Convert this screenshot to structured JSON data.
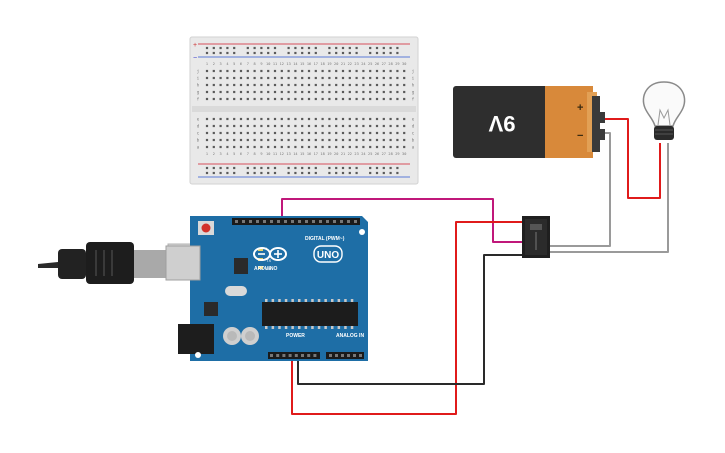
{
  "battery": {
    "voltage_label": "9V",
    "plus": "+",
    "minus": "−"
  },
  "arduino": {
    "brand": "ARDUINO",
    "model": "UNO",
    "digital_label": "DIGITAL (PWM~)",
    "power_label": "POWER",
    "analog_label": "ANALOG IN",
    "tx": "TX",
    "rx": "RX",
    "l": "L"
  },
  "breadboard": {
    "columns": [
      "1",
      "2",
      "3",
      "4",
      "5",
      "6",
      "7",
      "8",
      "9",
      "10",
      "11",
      "12",
      "13",
      "14",
      "15",
      "16",
      "17",
      "18",
      "19",
      "20",
      "21",
      "22",
      "23",
      "24",
      "25",
      "26",
      "27",
      "28",
      "29",
      "30"
    ],
    "rows_top": [
      "j",
      "i",
      "h",
      "g",
      "f"
    ],
    "rows_bottom": [
      "e",
      "d",
      "c",
      "b",
      "a"
    ],
    "rail_plus": "+",
    "rail_minus": "−"
  },
  "colors": {
    "arduino_blue": "#1e6ea6",
    "wire_red": "#e01b1b",
    "wire_magenta": "#c0187a",
    "wire_black": "#2a2a2a",
    "wire_gray": "#9a9a9a",
    "battery_orange": "#d8893a",
    "battery_black": "#2e2e2e"
  }
}
